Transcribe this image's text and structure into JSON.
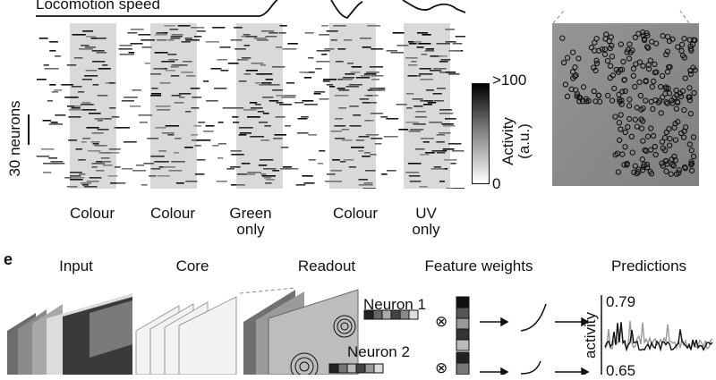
{
  "top_panel": {
    "trace_label": "Locomotion speed",
    "scale_bar_label": "30 neurons",
    "stimulus_labels": [
      {
        "text": "Colour"
      },
      {
        "text": "Colour"
      },
      {
        "text": "Green only"
      },
      {
        "text": "Colour"
      },
      {
        "text": "UV only"
      }
    ],
    "colorbar": {
      "title": "Activity (a.u.)",
      "max_label": ">100",
      "min_label": "0"
    }
  },
  "panel_e": {
    "letter": "e",
    "headers": [
      "Input",
      "Core",
      "Readout",
      "Feature weights",
      "Predictions"
    ],
    "neuron_labels": [
      "Neuron 1",
      "Neuron 2"
    ],
    "operator_symbol": "⊗",
    "arrow_symbol": "→",
    "prediction_values": [
      "0.79",
      "0.65"
    ],
    "prediction_axis_label": "activity"
  },
  "colors": {
    "stim_shade": "#d9d9d9",
    "raster": "#000000",
    "image_bg": "#8c8c8c"
  }
}
